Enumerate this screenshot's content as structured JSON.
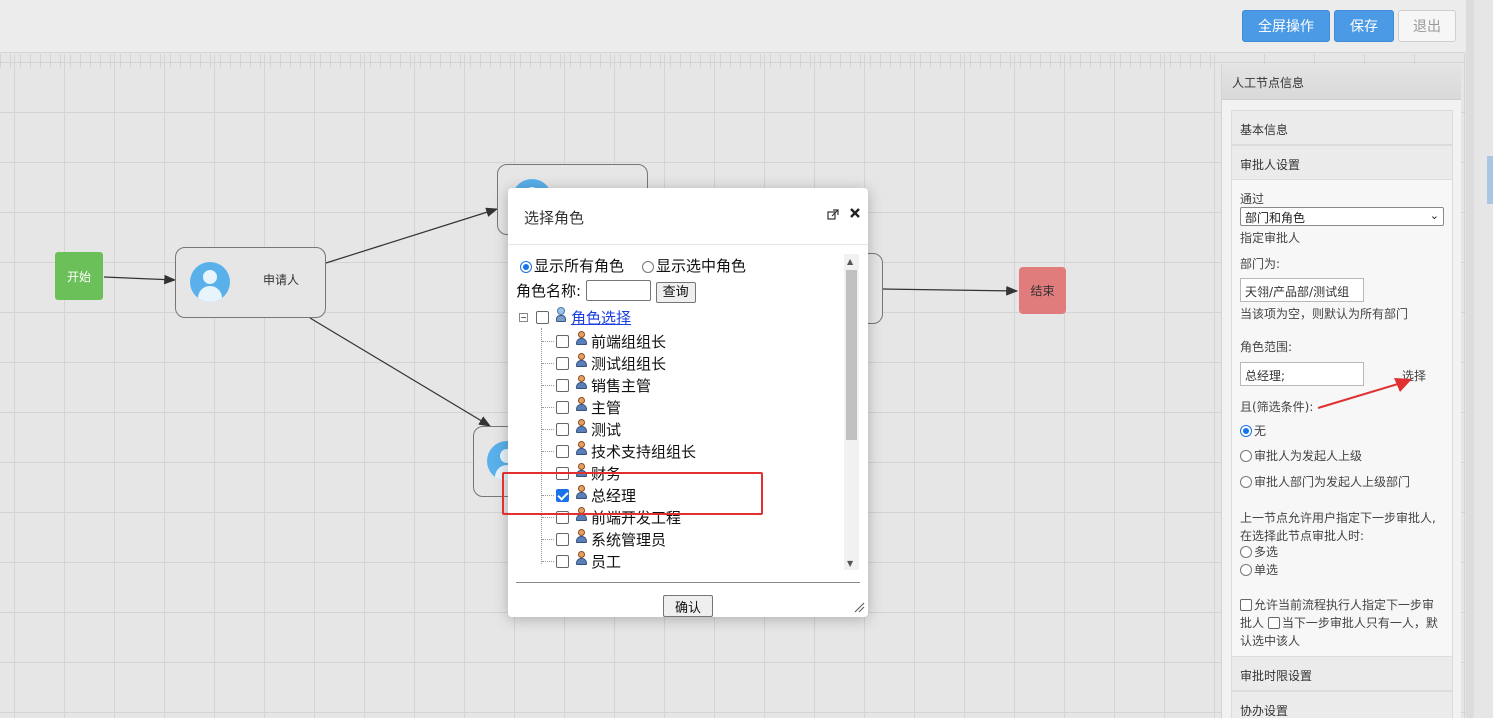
{
  "toolbar": {
    "fullscreen_label": "全屏操作",
    "save_label": "保存",
    "exit_label": "退出",
    "primary_color": "#4a9ae6"
  },
  "flow": {
    "start_label": "开始",
    "applicant_label": "申请人",
    "end_label": "结束",
    "start_color": "#6cc05a",
    "end_color": "#e07c7c"
  },
  "panel": {
    "title": "人工节点信息",
    "section_basic": "基本信息",
    "section_approver": "审批人设置",
    "via_label": "通过",
    "via_value": "部门和角色",
    "assign_label": "指定审批人",
    "dept_label": "部门为:",
    "dept_value": "天翎/产品部/测试组",
    "dept_hint": "当该项为空，则默认为所有部门",
    "role_label": "角色范围:",
    "role_value": "总经理;",
    "select_link": "选择",
    "filter_label": "且(筛选条件):",
    "filter_options": [
      "无",
      "审批人为发起人上级",
      "审批人部门为发起人上级部门"
    ],
    "next_hint_1": "上一节点允许用户指定下一步审批人,",
    "next_hint_2": "在选择此节点审批人时:",
    "multi_label": "多选",
    "single_label": "单选",
    "allow_text_1": "允许当前流程执行人指定下一步审",
    "allow_text_2a": "批人",
    "allow_text_2b": "当下一步审批人只有一人，默",
    "allow_text_3": "认选中该人",
    "section_timelimit": "审批时限设置",
    "section_assist": "协办设置"
  },
  "modal": {
    "title": "选择角色",
    "show_all": "显示所有角色",
    "show_selected": "显示选中角色",
    "role_name_label": "角色名称:",
    "query_label": "查询",
    "root_label": "角色选择",
    "roles": [
      {
        "name": "前端组组长",
        "checked": false
      },
      {
        "name": "测试组组长",
        "checked": false
      },
      {
        "name": "销售主管",
        "checked": false
      },
      {
        "name": "主管",
        "checked": false
      },
      {
        "name": "测试",
        "checked": false
      },
      {
        "name": "技术支持组组长",
        "checked": false
      },
      {
        "name": "财务",
        "checked": false
      },
      {
        "name": "总经理",
        "checked": true
      },
      {
        "name": "前端开发工程",
        "checked": false
      },
      {
        "name": "系统管理员",
        "checked": false
      },
      {
        "name": "员工",
        "checked": false
      }
    ],
    "confirm_label": "确认"
  }
}
